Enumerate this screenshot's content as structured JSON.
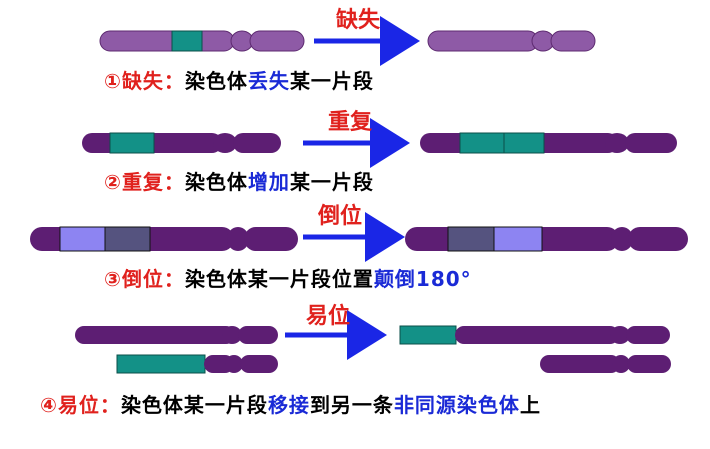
{
  "colors": {
    "light_purple": "#8e5aa6",
    "dark_purple": "#5d1e73",
    "teal": "#139187",
    "light_blue": "#8d84f2",
    "slate": "#55537f",
    "arrow_blue": "#1a26e6",
    "label_red": "#e0211d",
    "keyword_blue": "#1a2ad6"
  },
  "rows": [
    {
      "arrow_label": "缺失",
      "caption": {
        "num": "①",
        "type": "缺失：",
        "pre": "染色体",
        "key": "丢失",
        "post": "某一片段"
      }
    },
    {
      "arrow_label": "重复",
      "caption": {
        "num": "②",
        "type": "重复：",
        "pre": "染色体",
        "key": "增加",
        "post": "某一片段"
      }
    },
    {
      "arrow_label": "倒位",
      "caption": {
        "num": "③",
        "type": "倒位：",
        "pre": "染色体某一片段位置",
        "key": "颠倒180°"
      }
    },
    {
      "arrow_label": "易位",
      "caption": {
        "num": "④",
        "type": "易位：",
        "pre": "染色体某一片段",
        "key": "移接",
        "mid": "到另一条",
        "key2": "非同源染色体",
        "post": "上"
      }
    }
  ]
}
